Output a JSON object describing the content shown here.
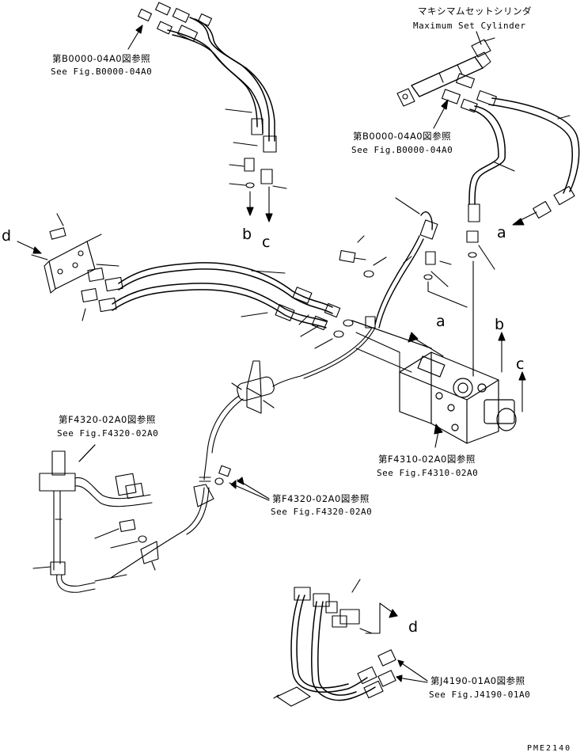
{
  "references": [
    {
      "ja": "マキシマムセットシリンダ",
      "en": "Maximum Set Cylinder"
    },
    {
      "ja": "第B0000-04A0図参照",
      "en": "See Fig.B0000-04A0"
    },
    {
      "ja": "第B0000-04A0図参照",
      "en": "See Fig.B0000-04A0"
    },
    {
      "ja": "第F4320-02A0図参照",
      "en": "See Fig.F4320-02A0"
    },
    {
      "ja": "第F4310-02A0図参照",
      "en": "See Fig.F4310-02A0"
    },
    {
      "ja": "第F4320-02A0図参照",
      "en": "See Fig.F4320-02A0"
    },
    {
      "ja": "第J4190-01A0図参照",
      "en": "See Fig.J4190-01A0"
    }
  ],
  "connection_letters": [
    "a",
    "b",
    "c",
    "d"
  ],
  "drawing_code": "PME2140"
}
